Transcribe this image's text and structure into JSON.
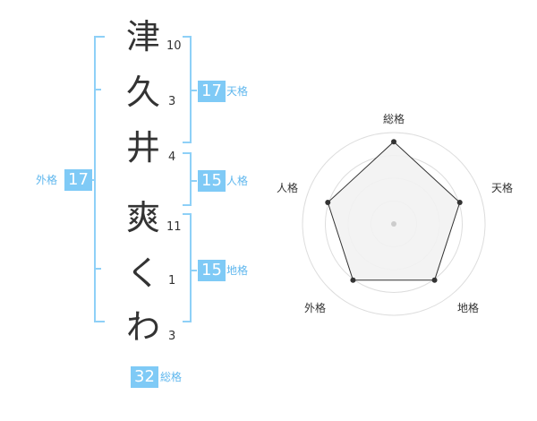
{
  "name_chars": [
    {
      "char": "津",
      "strokes": "10"
    },
    {
      "char": "久",
      "strokes": "3"
    },
    {
      "char": "井",
      "strokes": "4"
    },
    {
      "char": "爽",
      "strokes": "11"
    },
    {
      "char": "く",
      "strokes": "1"
    },
    {
      "char": "わ",
      "strokes": "3"
    }
  ],
  "fortunes": {
    "tenkaku": {
      "value": "17",
      "label": "天格"
    },
    "jinkaku": {
      "value": "15",
      "label": "人格"
    },
    "chikaku": {
      "value": "15",
      "label": "地格"
    },
    "gaikaku": {
      "value": "17",
      "label": "外格"
    },
    "soukaku": {
      "value": "32",
      "label": "総格"
    }
  },
  "radar": {
    "labels": {
      "sou": "総格",
      "ten": "天格",
      "chi": "地格",
      "gai": "外格",
      "jin": "人格"
    },
    "values": {
      "sou": 0.9,
      "ten": 0.76,
      "chi": 0.76,
      "gai": 0.76,
      "jin": 0.76
    },
    "colors": {
      "fill": "#f2f2f2",
      "stroke": "#333333",
      "ring": "#dddddd"
    }
  },
  "colors": {
    "accent": "#7fcaf6",
    "accent_text": "#5fb7ee",
    "bracket": "#8ed0f7"
  }
}
